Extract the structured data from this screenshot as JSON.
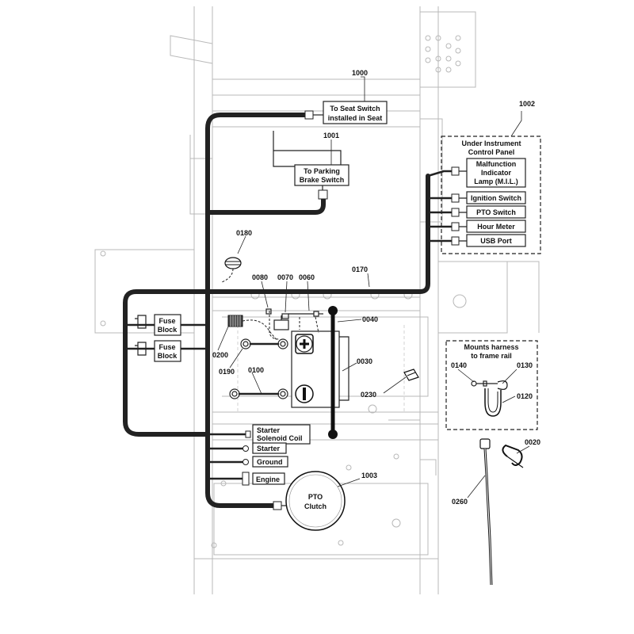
{
  "part_numbers": {
    "p1000": "1000",
    "p1001": "1001",
    "p1002": "1002",
    "p1003": "1003",
    "p0180": "0180",
    "p0080": "0080",
    "p0070": "0070",
    "p0060": "0060",
    "p0170": "0170",
    "p0040": "0040",
    "p0200": "0200",
    "p0190": "0190",
    "p0100": "0100",
    "p0030": "0030",
    "p0230": "0230",
    "p0140": "0140",
    "p0130": "0130",
    "p0120": "0120",
    "p0020": "0020",
    "p0260": "0260"
  },
  "labels": {
    "seat_switch_1": "To Seat Switch",
    "seat_switch_2": "installed in Seat",
    "parking_brake_1": "To Parking",
    "parking_brake_2": "Brake Switch",
    "instrument_panel_1": "Under Instrument",
    "instrument_panel_2": "Control Panel",
    "mil_1": "Malfunction",
    "mil_2": "Indicator",
    "mil_3": "Lamp (M.I.L.)",
    "ignition_switch": "Ignition Switch",
    "pto_switch": "PTO Switch",
    "hour_meter": "Hour Meter",
    "usb_port": "USB Port",
    "fuse_block_a_1": "Fuse",
    "fuse_block_a_2": "Block",
    "fuse_block_b_1": "Fuse",
    "fuse_block_b_2": "Block",
    "mounts_1": "Mounts harness",
    "mounts_2": "to frame rail",
    "starter_solenoid_1": "Starter",
    "starter_solenoid_2": "Solenoid Coil",
    "starter": "Starter",
    "ground": "Ground",
    "engine": "Engine",
    "pto_clutch_1": "PTO",
    "pto_clutch_2": "Clutch"
  }
}
